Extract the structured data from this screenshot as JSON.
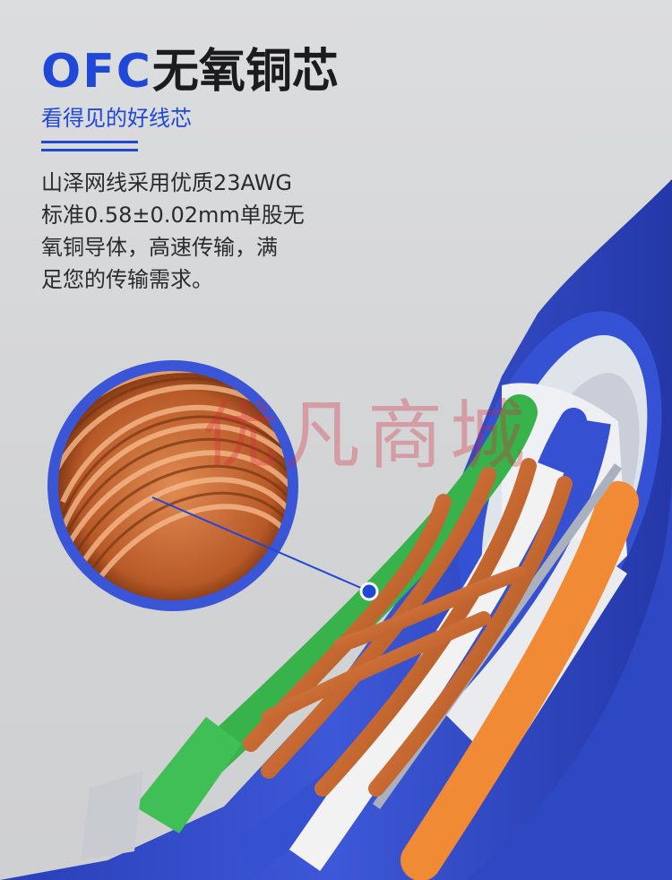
{
  "heading": {
    "accent": "OFC",
    "rest": "无氧铜芯"
  },
  "subheading": "看得见的好线芯",
  "body_lines": [
    "山泽网线采用优质23AWG",
    "标准0.58±0.02mm单股无",
    "氧铜导体，高速传输，满",
    "足您的传输需求。"
  ],
  "watermark": "优凡商城",
  "colors": {
    "accent": "#1f47d8",
    "cable_jacket": "#2e48c4",
    "copper": "#c8703a",
    "background": "#d6d7d9"
  }
}
